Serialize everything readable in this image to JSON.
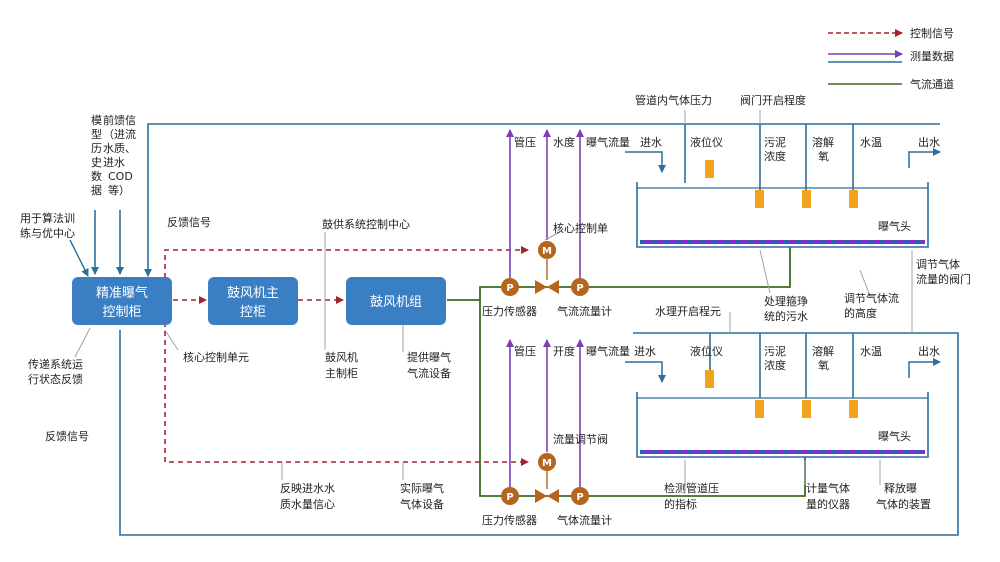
{
  "legend": {
    "control": "控制信号",
    "measure": "测量数据",
    "airflow": "气流通道"
  },
  "boxes": {
    "precise": [
      "精准曝气",
      "控制柜"
    ],
    "blower_main": [
      "鼓风机主",
      "控柜"
    ],
    "blower_group": "鼓风机组"
  },
  "left_inputs": {
    "model_history": [
      "模",
      "型",
      "历",
      "史",
      "数",
      "据"
    ],
    "feedforward": [
      "前馈信",
      "（进流",
      "水质、",
      "进水",
      "COD",
      "等）"
    ],
    "algo_train": [
      "用于算法训",
      "练与优中心"
    ],
    "feedback_signal": "反馈信号",
    "transmit_state": [
      "传递系统运",
      "行状态反馈"
    ],
    "feedback_signal_lower": "反馈信号"
  },
  "middle_labels": {
    "control_center": "鼓供系统控制中心",
    "core_unit": "核心控制单元",
    "blower_main_cabinet": [
      "鼓风机",
      "主制柜"
    ],
    "provide_air": [
      "提供曝气",
      "气流设备"
    ],
    "reflect_inlet": [
      "反映进水水",
      "质水量信心"
    ],
    "actual_aeration": [
      "实际曝气",
      "气体设备"
    ]
  },
  "symbols": {
    "motor": "M",
    "pressure": "P"
  },
  "upper_line": {
    "pipe_pressure": "管压",
    "water_level": "水度",
    "aeration_flow": "曝气流量",
    "core_control": "核心控制单",
    "pressure_sensor": "压力传感器",
    "flow_meter": "气流流量计"
  },
  "lower_line": {
    "pipe_pressure": "管压",
    "opening": "开度",
    "aeration_flow": "曝气流量",
    "flow_valve": "流量调节阀",
    "pressure_sensor": "压力传感器",
    "flow_meter": "气体流量计"
  },
  "upper_tank": {
    "inlet": "进水",
    "level_meter": "液位仪",
    "sludge": [
      "污泥",
      "浓度"
    ],
    "do": [
      "溶解",
      "氧"
    ],
    "temp": "水温",
    "outlet": "出水",
    "diffuser": "曝气头",
    "pipe_air_pressure": "管道内气体压力",
    "valve_opening": "阀门开启程度"
  },
  "lower_tank": {
    "inlet": "进水",
    "level_meter": "液位仪",
    "sludge": [
      "污泥",
      "浓度"
    ],
    "do": [
      "溶解",
      "氧"
    ],
    "temp": "水温",
    "outlet": "出水",
    "diffuser": "曝气头"
  },
  "side_notes": {
    "treatment_start": "水理开启程元",
    "sewage": [
      "处理箍琤",
      "统的污水"
    ],
    "adjust_valve": [
      "调节气体",
      "流量的阀门"
    ],
    "adjust_height": [
      "调节气体流",
      "的高度"
    ],
    "detect_pressure": [
      "检测管道压",
      "的指标"
    ],
    "metering": [
      "计量气体",
      "量的仪器"
    ],
    "release": [
      "释放曝",
      "气体的装置"
    ]
  },
  "colors": {
    "control": "#a2252d",
    "measure": "#7b3fb2",
    "feedback": "#2c6e9e",
    "airflow": "#3e6b1f",
    "box": "#3a7fc4",
    "sensor": "#b5651d",
    "probe": "#f2a31b",
    "diffuser_blue": "#2f5fa8",
    "diffuser_purple": "#8a2bd1"
  }
}
